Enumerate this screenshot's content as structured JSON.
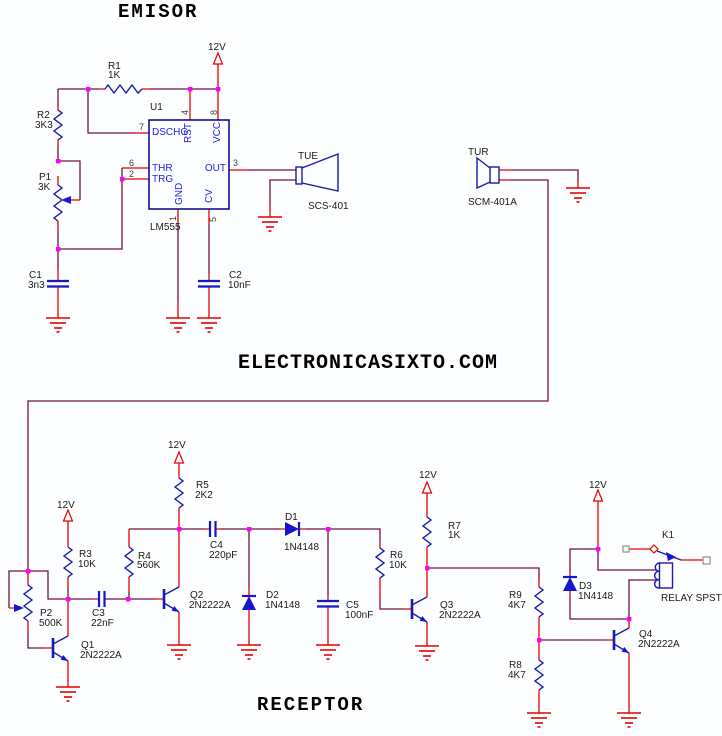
{
  "titles": {
    "emitter": "EMISOR",
    "receiver": "RECEPTOR",
    "watermark": "ELECTRONICASIXTO.COM"
  },
  "power_label": "12V",
  "ic": {
    "ref": "U1",
    "part": "LM555",
    "pins": {
      "dschg": {
        "n": "7",
        "name": "DSCHG"
      },
      "thr": {
        "n": "6",
        "name": "THR"
      },
      "trg": {
        "n": "2",
        "name": "TRG"
      },
      "out": {
        "n": "3",
        "name": "OUT"
      },
      "rst": {
        "n": "4",
        "name": "RST"
      },
      "vcc": {
        "n": "8",
        "name": "VCC"
      },
      "gnd": {
        "n": "1",
        "name": "GND"
      },
      "cv": {
        "n": "5",
        "name": "CV"
      }
    }
  },
  "components": {
    "r1": {
      "ref": "R1",
      "value": "1K"
    },
    "r2": {
      "ref": "R2",
      "value": "3K3"
    },
    "r3": {
      "ref": "R3",
      "value": "10K"
    },
    "r4": {
      "ref": "R4",
      "value": "560K"
    },
    "r5": {
      "ref": "R5",
      "value": "2K2"
    },
    "r6": {
      "ref": "R6",
      "value": "10K"
    },
    "r7": {
      "ref": "R7",
      "value": "1K"
    },
    "r8": {
      "ref": "R8",
      "value": "4K7"
    },
    "r9": {
      "ref": "R9",
      "value": "4K7"
    },
    "p1": {
      "ref": "P1",
      "value": "3K"
    },
    "p2": {
      "ref": "P2",
      "value": "500K"
    },
    "c1": {
      "ref": "C1",
      "value": "3n3"
    },
    "c2": {
      "ref": "C2",
      "value": "10nF"
    },
    "c3": {
      "ref": "C3",
      "value": "22nF"
    },
    "c4": {
      "ref": "C4",
      "value": "220pF"
    },
    "c5": {
      "ref": "C5",
      "value": "100nF"
    },
    "d1": {
      "ref": "D1",
      "value": "1N4148"
    },
    "d2": {
      "ref": "D2",
      "value": "1N4148"
    },
    "d3": {
      "ref": "D3",
      "value": "1N4148"
    },
    "q1": {
      "ref": "Q1",
      "value": "2N2222A"
    },
    "q2": {
      "ref": "Q2",
      "value": "2N2222A"
    },
    "q3": {
      "ref": "Q3",
      "value": "2N2222A"
    },
    "q4": {
      "ref": "Q4",
      "value": "2N2222A"
    },
    "tue": {
      "ref": "TUE",
      "value": "SCS-401"
    },
    "tur": {
      "ref": "TUR",
      "value": "SCM-401A"
    },
    "k1": {
      "ref": "K1",
      "value": "RELAY SPST"
    }
  },
  "colors": {
    "wire": "#701240",
    "pin_wire": "#e60000",
    "component_body": "#1a1aa8",
    "junction": "#ff00ff",
    "pin_text": "#2222ee",
    "label_text": "#1a1a1a"
  }
}
